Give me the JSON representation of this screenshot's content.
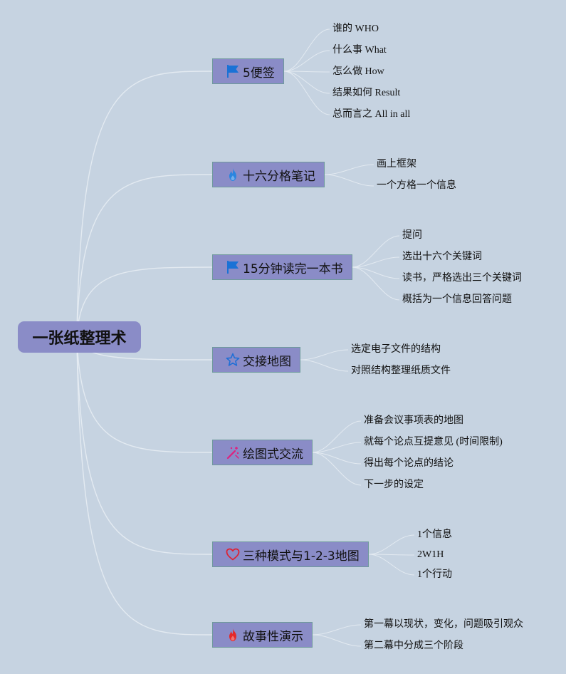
{
  "root": {
    "label": "一张纸整理术"
  },
  "branches": [
    {
      "id": "b0",
      "label": "5便签",
      "icon": "flag-icon",
      "color": "#1a72d6",
      "children": [
        "谁的 WHO",
        "什么事 What",
        "怎么做 How",
        "结果如何 Result",
        "总而言之 All in all"
      ]
    },
    {
      "id": "b1",
      "label": "十六分格笔记",
      "icon": "flame-icon",
      "color": "#2a85e0",
      "children": [
        "画上框架",
        "一个方格一个信息"
      ]
    },
    {
      "id": "b2",
      "label": "15分钟读完一本书",
      "icon": "flag-icon",
      "color": "#1a72d6",
      "children": [
        "提问",
        "选出十六个关键词",
        "读书，严格选出三个关键词",
        "概括为一个信息回答问题"
      ]
    },
    {
      "id": "b3",
      "label": "交接地图",
      "icon": "star-icon",
      "color": "#1f6fd6",
      "children": [
        "选定电子文件的结构",
        "对照结构整理纸质文件"
      ]
    },
    {
      "id": "b4",
      "label": "绘图式交流",
      "icon": "magic-wand-icon",
      "color": "#e0207e",
      "children": [
        "准备会议事项表的地图",
        "就每个论点互提意见 (时间限制)",
        "得出每个论点的结论",
        "下一步的设定"
      ]
    },
    {
      "id": "b5",
      "label": "三种模式与1-2-3地图",
      "icon": "heart-icon",
      "color": "#e02030",
      "children": [
        "1个信息",
        "2W1H",
        "1个行动"
      ]
    },
    {
      "id": "b6",
      "label": "故事性演示",
      "icon": "flame-icon",
      "color": "#e52828",
      "children": [
        "第一幕以现状，变化，问题吸引观众",
        "第二幕中分成三个阶段"
      ]
    }
  ]
}
